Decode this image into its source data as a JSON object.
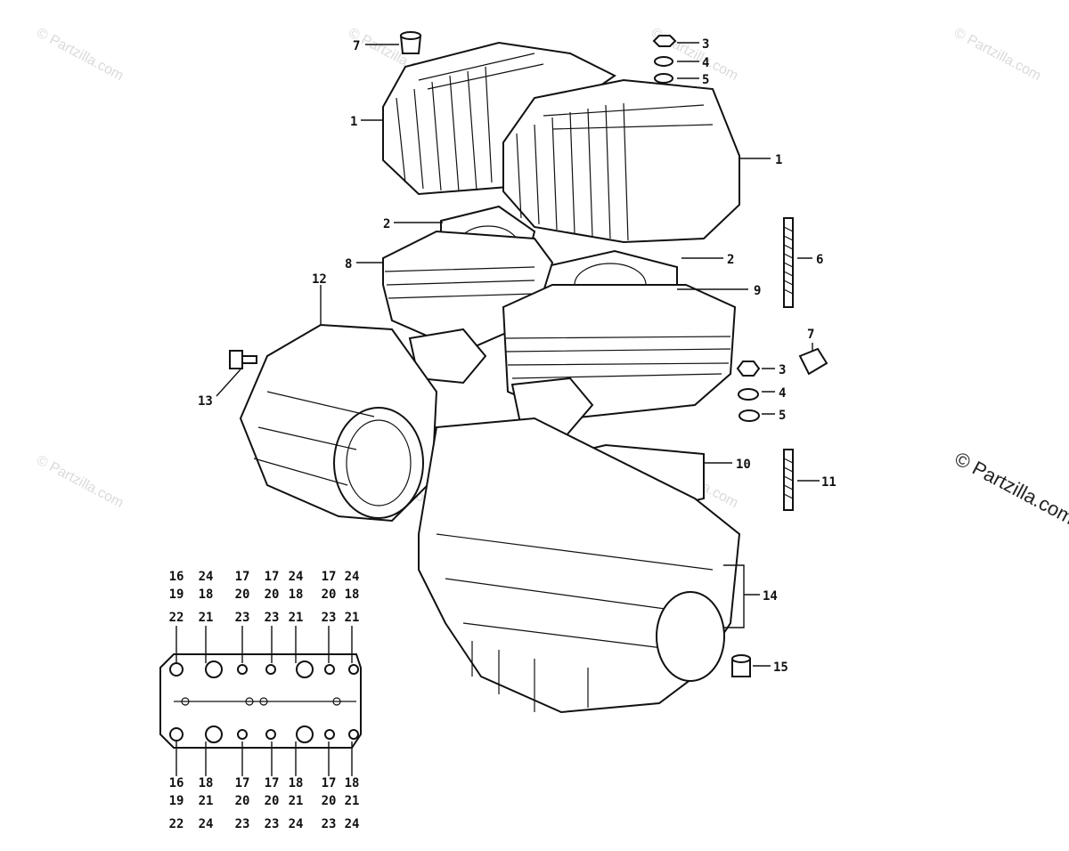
{
  "watermark": "© Partzilla.com",
  "callouts": {
    "c7a": "7",
    "c3a": "3",
    "c4a": "4",
    "c5a": "5",
    "c1a": "1",
    "c1b": "1",
    "c2a": "2",
    "c2b": "2",
    "c8": "8",
    "c9": "9",
    "c6": "6",
    "c12": "12",
    "c7b": "7",
    "c3b": "3",
    "c4b": "4",
    "c5b": "5",
    "c13": "13",
    "c10": "10",
    "c11": "11",
    "c14": "14",
    "c15": "15"
  },
  "torque_chart": {
    "top_columns": [
      [
        "16",
        "19",
        "22"
      ],
      [
        "24",
        "18",
        "21"
      ],
      [
        "17",
        "20",
        "23"
      ],
      [
        "17",
        "20",
        "23"
      ],
      [
        "24",
        "18",
        "21"
      ],
      [
        "17",
        "20",
        "23"
      ],
      [
        "24",
        "18",
        "21"
      ]
    ],
    "bottom_columns": [
      [
        "16",
        "19",
        "22"
      ],
      [
        "18",
        "21",
        "24"
      ],
      [
        "17",
        "20",
        "23"
      ],
      [
        "17",
        "20",
        "23"
      ],
      [
        "18",
        "21",
        "24"
      ],
      [
        "17",
        "20",
        "23"
      ],
      [
        "18",
        "21",
        "24"
      ]
    ]
  }
}
